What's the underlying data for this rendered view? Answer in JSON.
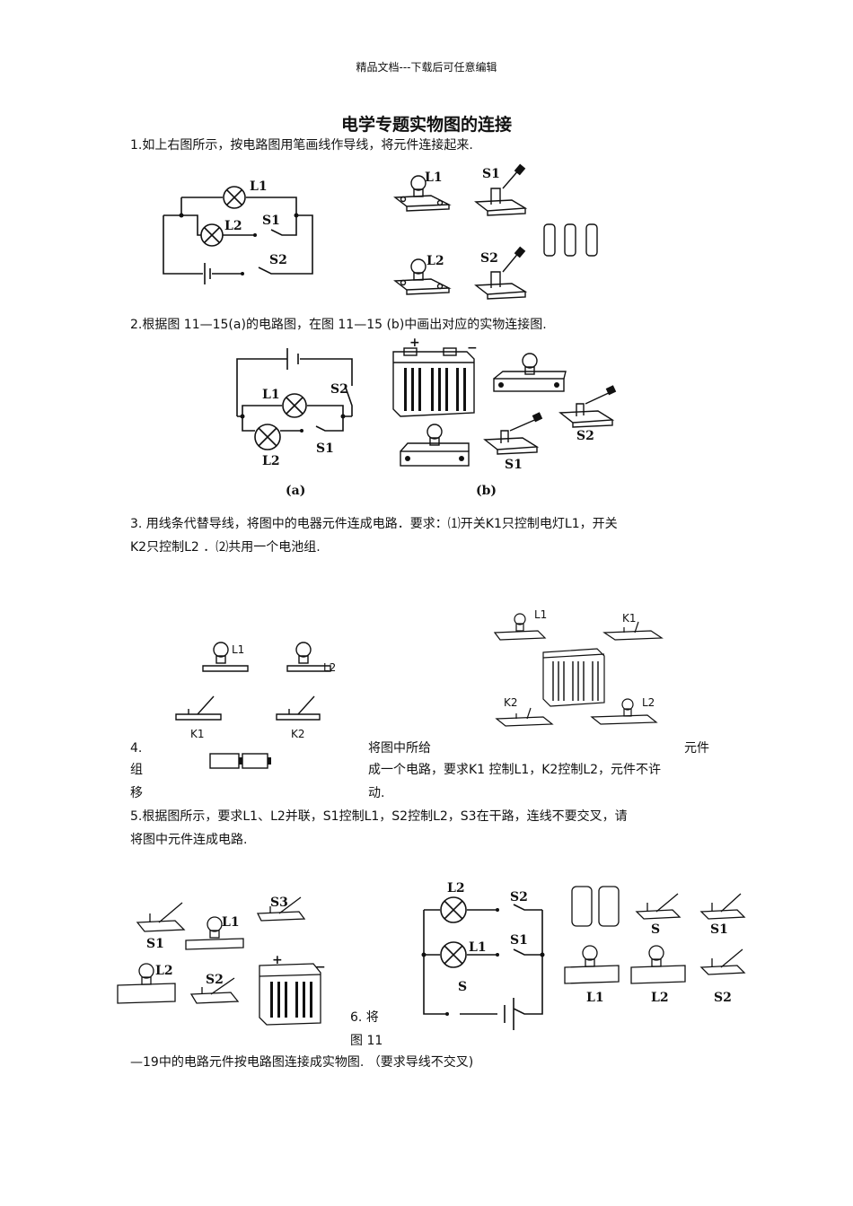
{
  "header": "精品文档---下载后可任意编辑",
  "title": "电学专题实物图的连接",
  "q1": "1.如上右图所示，按电路图用笔画线作导线，将元件连接起来.",
  "q2": "2.根据图 11—15(a)的电路图，在图 11—15 (b)中画出对应的实物连接图.",
  "q3_line1": "3. 用线条代替导线，将图中的电器元件连成电路．要求：⑴开关K1只控制电灯L1，开关",
  "q3_line2": "K2只控制L2 ．⑵共用一个电池组.",
  "q4": {
    "num": "4.",
    "a": "将图中所给",
    "b": "元件",
    "c": "组",
    "d": "成一个电路，要求K1 控制L1，K2控制L2，元件不许",
    "e": "移",
    "f": "动."
  },
  "q5_line1": "5.根据图所示，要求L1、L2并联，S1控制L1，S2控制L2，S3在干路，连线不要交叉，请",
  "q5_line2": "将图中元件连成电路.",
  "q6": {
    "a": "6.  将",
    "b": "图  11",
    "c": "—19中的电路元件按电路图连接成实物图.  （要求导线不交叉)"
  },
  "labels": {
    "L1": "L1",
    "L2": "L2",
    "S1": "S1",
    "S2": "S2",
    "S3": "S3",
    "S": "S",
    "K1": "K1",
    "K2": "K2",
    "a": "(a)",
    "b": "(b)",
    "plus": "+",
    "minus": "−"
  }
}
